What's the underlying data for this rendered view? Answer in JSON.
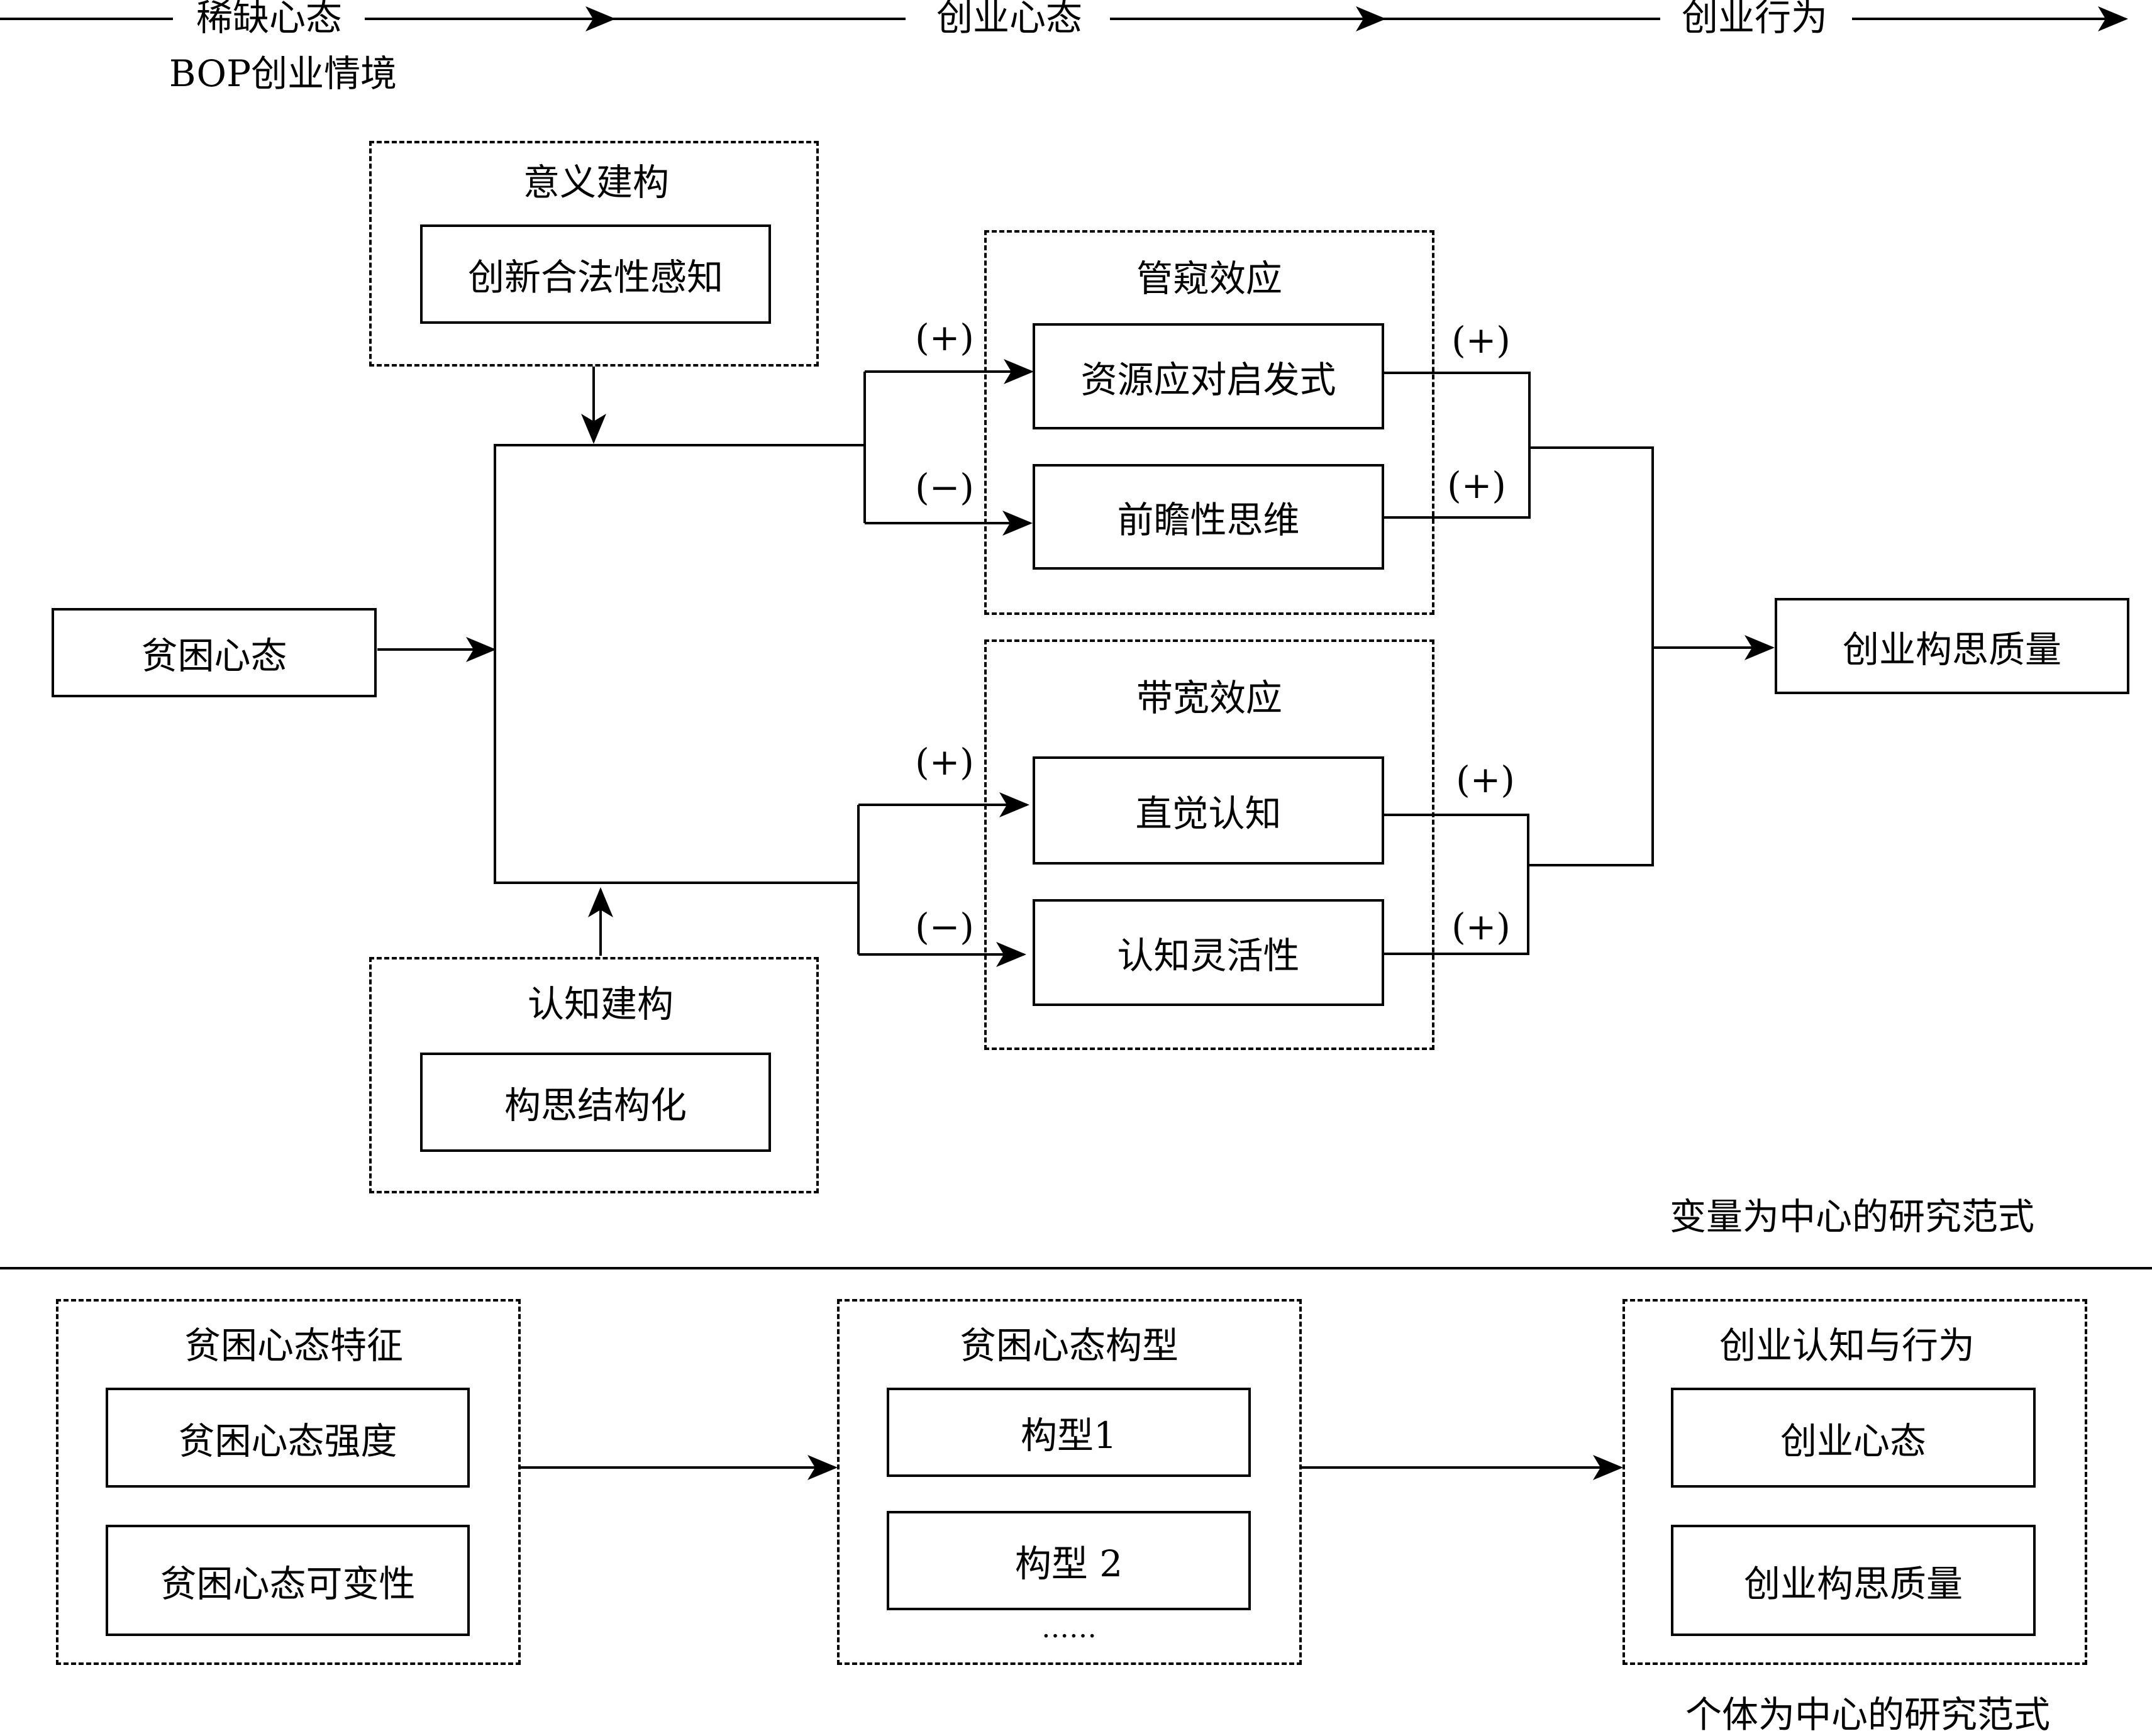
{
  "header": {
    "stages": [
      "稀缺心态",
      "创业心态",
      "创业行为"
    ],
    "context": "BOP创业情境"
  },
  "variable_paradigm": {
    "label": "变量为中心的研究范式",
    "source": "贫困心态",
    "outcome": "创业构思质量",
    "moderator_top": {
      "group": "意义建构",
      "item": "创新合法性感知"
    },
    "moderator_bottom": {
      "group": "认知建构",
      "item": "构思结构化"
    },
    "tunnel_effect": {
      "group": "管窥效应",
      "items": [
        "资源应对启发式",
        "前瞻性思维"
      ],
      "in_signs": [
        "(+)",
        "(−)"
      ],
      "out_signs": [
        "(+)",
        "(+)"
      ]
    },
    "bandwidth_effect": {
      "group": "带宽效应",
      "items": [
        "直觉认知",
        "认知灵活性"
      ],
      "in_signs": [
        "(+)",
        "(−)"
      ],
      "out_signs": [
        "(+)",
        "(+)"
      ]
    }
  },
  "person_paradigm": {
    "label": "个体为中心的研究范式",
    "groups": [
      {
        "title": "贫困心态特征",
        "items": [
          "贫困心态强度",
          "贫困心态可变性"
        ],
        "extra": ""
      },
      {
        "title": "贫困心态构型",
        "items": [
          "构型1",
          "构型 2"
        ],
        "extra": "……"
      },
      {
        "title": "创业认知与行为",
        "items": [
          "创业心态",
          "创业构思质量"
        ],
        "extra": ""
      }
    ]
  }
}
